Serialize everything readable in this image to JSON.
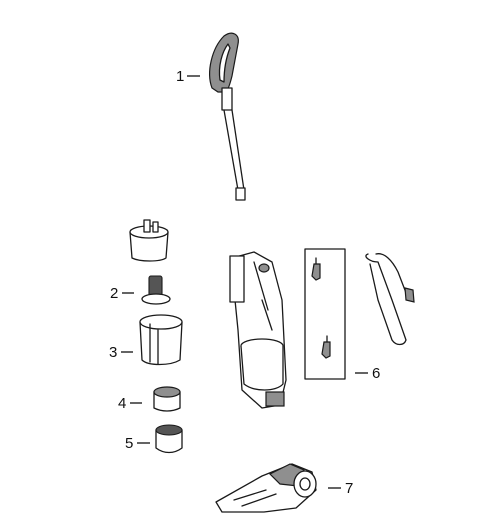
{
  "callouts": [
    {
      "id": "1",
      "label": "1"
    },
    {
      "id": "2",
      "label": "2"
    },
    {
      "id": "3",
      "label": "3"
    },
    {
      "id": "4",
      "label": "4"
    },
    {
      "id": "5",
      "label": "5"
    },
    {
      "id": "6",
      "label": "6"
    },
    {
      "id": "7",
      "label": "7"
    }
  ],
  "colors": {
    "line": "#1a1a1a",
    "shade": "#8f8f8f",
    "dark": "#555555",
    "background": "#ffffff"
  }
}
